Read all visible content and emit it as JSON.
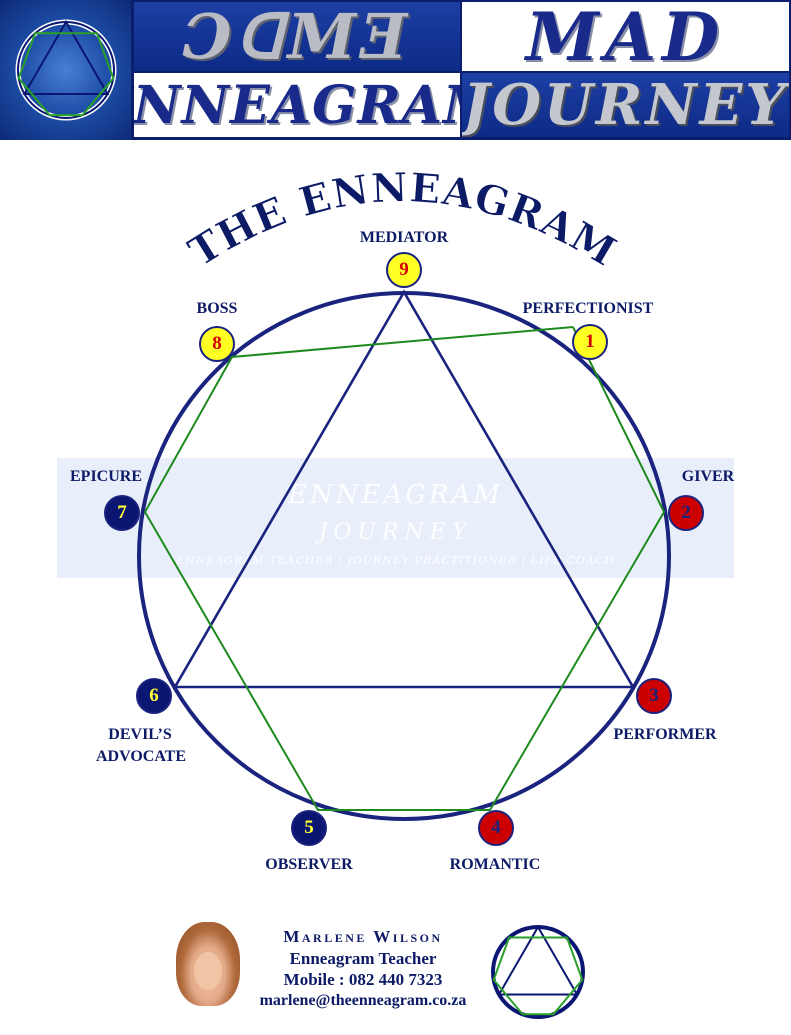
{
  "banner": {
    "top_left": "ƆᗡMƎ",
    "top_right": "MAD",
    "bottom_left": "ENNEAGRAM",
    "bottom_right": "JOURNEY"
  },
  "watermark": {
    "line1": "ENNEAGRAM",
    "line2": "JOURNEY",
    "line3": "ENNEAGRAM TEACHER | JOURNEY PRACTITIONER | LIFE COACH"
  },
  "title": "THE ENNEAGRAM",
  "types": [
    {
      "number": "9",
      "label": "MEDIATOR",
      "style": "yellow"
    },
    {
      "number": "1",
      "label": "PERFECTIONIST",
      "style": "yellow"
    },
    {
      "number": "2",
      "label": "GIVER",
      "style": "red"
    },
    {
      "number": "3",
      "label": "PERFORMER",
      "style": "red"
    },
    {
      "number": "4",
      "label": "ROMANTIC",
      "style": "red"
    },
    {
      "number": "5",
      "label": "OBSERVER",
      "style": "navy"
    },
    {
      "number": "6",
      "label": "DEVIL’S",
      "label2": "ADVOCATE",
      "style": "navy"
    },
    {
      "number": "7",
      "label": "EPICURE",
      "style": "navy"
    },
    {
      "number": "8",
      "label": "BOSS",
      "style": "yellow"
    }
  ],
  "colors": {
    "circle": "#1a237e",
    "triangle": "#1a237e",
    "hexad": "#1e8a1e",
    "title": "#0d1a66"
  },
  "contact": {
    "name": "Marlene Wilson",
    "role": "Enneagram Teacher",
    "mobile": "Mobile : 082 440 7323",
    "email": "marlene@theenneagram.co.za"
  }
}
